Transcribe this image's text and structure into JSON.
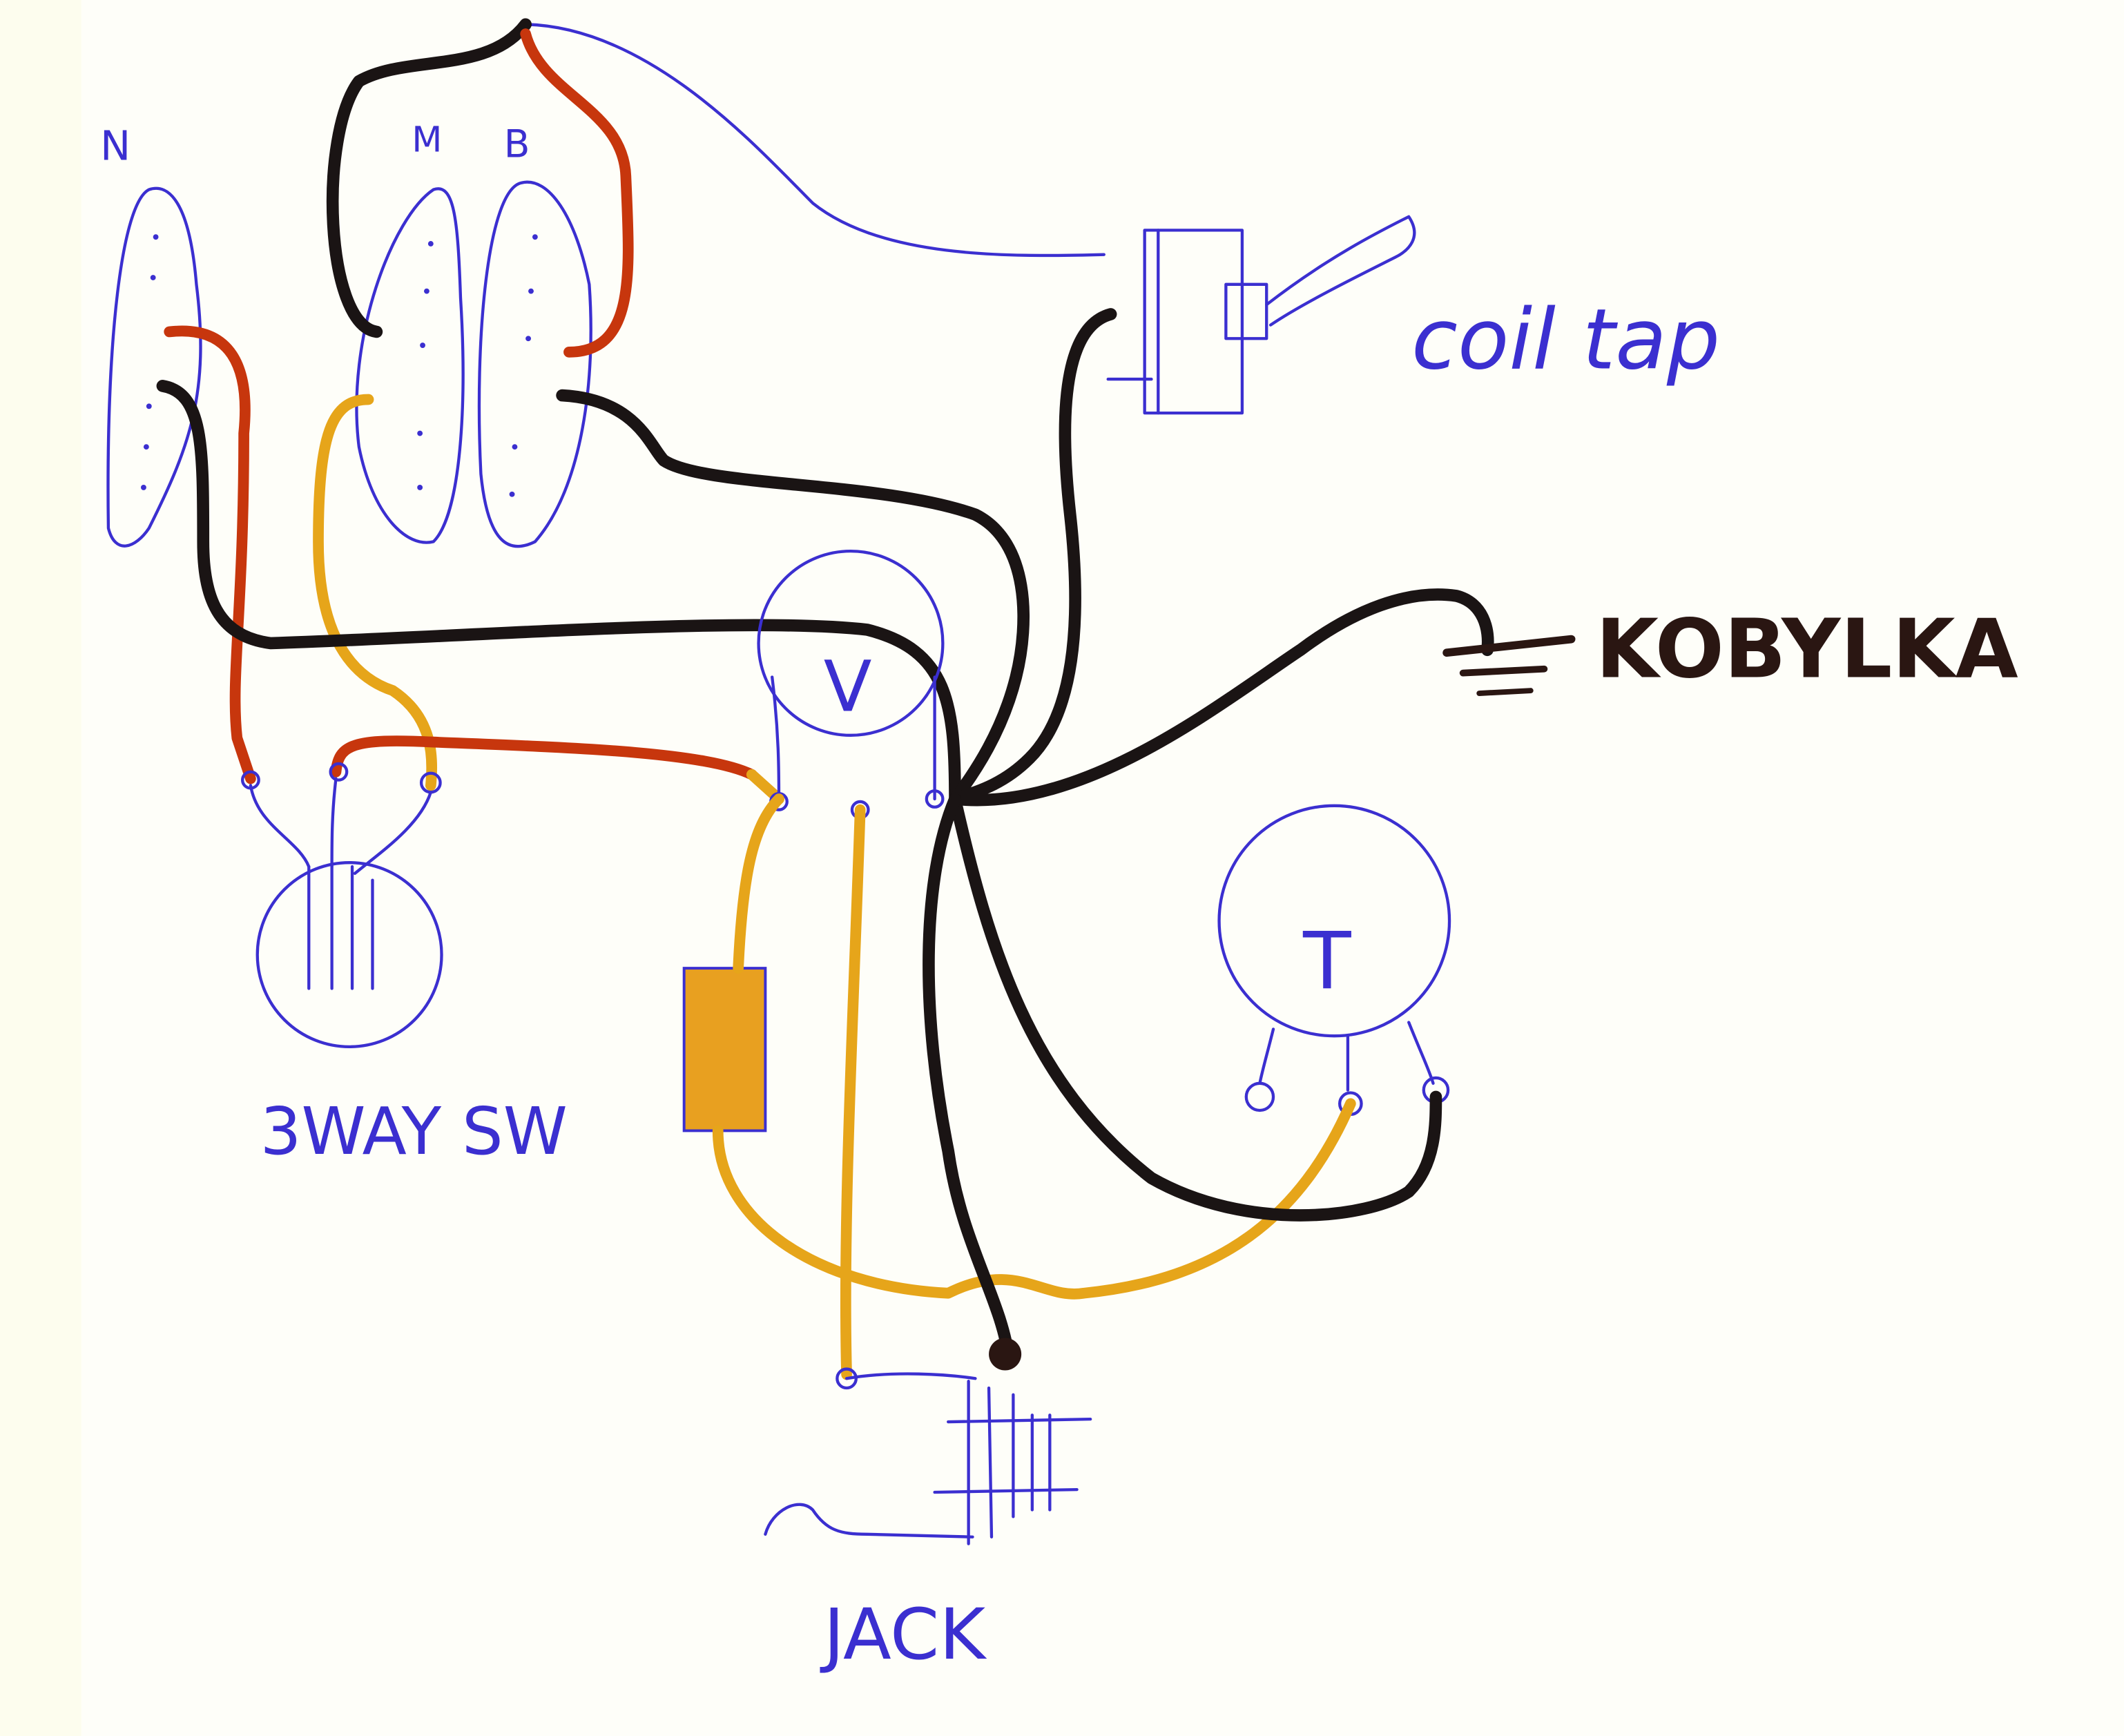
{
  "diagram": {
    "pickups": {
      "neck": "N",
      "middle": "M",
      "bridge": "B"
    },
    "coil_tap_label": "coil tap",
    "ground_label": "KOBYLKA",
    "volume_pot_label": "V",
    "tone_pot_label": "T",
    "switch_label": "3WAY SW",
    "jack_label": "JACK",
    "colors": {
      "ink": "#3b2fd0",
      "black_wire": "#1a1414",
      "red_wire": "#c7360d",
      "yellow_wire": "#e6a51a",
      "capacitor": "#e8a020"
    }
  }
}
